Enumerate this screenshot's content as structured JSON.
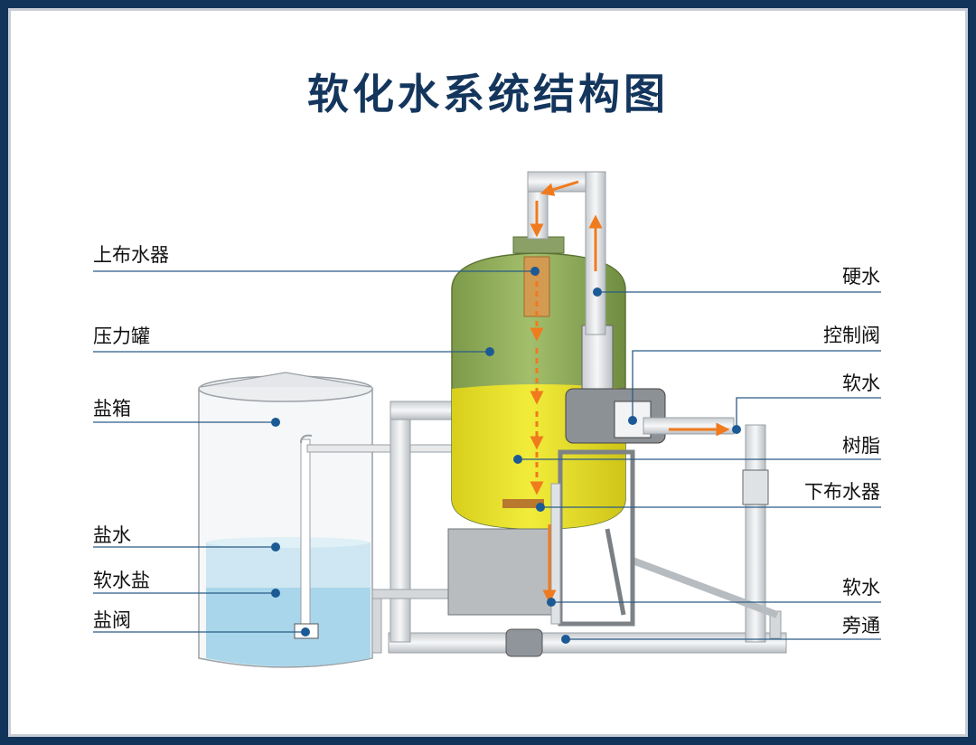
{
  "title": "软化水系统结构图",
  "labels_left": [
    {
      "id": "upper-distributor",
      "text": "上布水器"
    },
    {
      "id": "pressure-tank",
      "text": "压力罐"
    },
    {
      "id": "salt-box",
      "text": "盐箱"
    },
    {
      "id": "brine",
      "text": "盐水"
    },
    {
      "id": "softener-salt",
      "text": "软水盐"
    },
    {
      "id": "salt-valve",
      "text": "盐阀"
    }
  ],
  "labels_right": [
    {
      "id": "hard-water",
      "text": "硬水"
    },
    {
      "id": "control-valve",
      "text": "控制阀"
    },
    {
      "id": "soft-water-top",
      "text": "软水"
    },
    {
      "id": "resin",
      "text": "树脂"
    },
    {
      "id": "lower-distributor",
      "text": "下布水器"
    },
    {
      "id": "soft-water-bottom",
      "text": "软水"
    },
    {
      "id": "bypass",
      "text": "旁通"
    }
  ],
  "colors": {
    "frame": "#13345a",
    "title": "#14365d",
    "leader_line": "#2a5b86",
    "leader_dot": "#1c5a95",
    "tank_green": "#8fae5a",
    "resin_yellow": "#e6e02a",
    "brine_blue": "#bfe0ee",
    "flow_arrow": "#f07a1e",
    "pipe": "#e8eaec"
  }
}
